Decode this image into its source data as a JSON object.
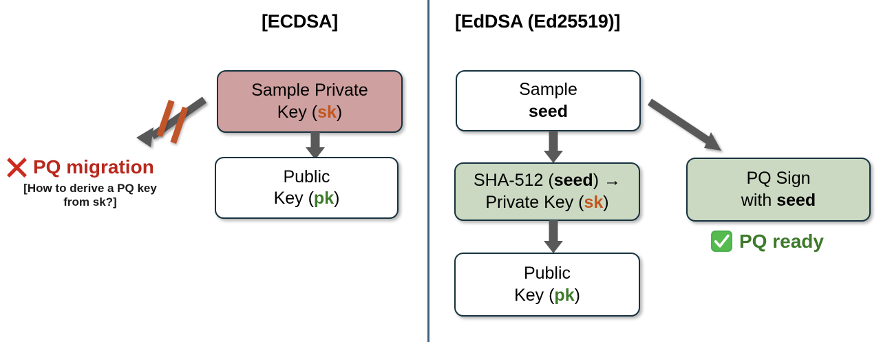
{
  "colors": {
    "divider": "#40617d",
    "box_border": "#16323f",
    "pink_fill": "#cfa0a0",
    "green_fill": "#ccd9c2",
    "arrow_gray": "#595959",
    "slash_orange": "#c0552a",
    "sk_orange": "#c1561f",
    "pk_green": "#3d7a2a",
    "migration_red": "#b8281c",
    "ready_green": "#3d7a2a",
    "check_badge_green": "#4caf50"
  },
  "left_panel": {
    "title": "[ECDSA]",
    "boxes": {
      "sample_private_key": {
        "line1": "Sample Private",
        "line2_prefix": "Key (",
        "line2_key": "sk",
        "line2_suffix": ")"
      },
      "public_key": {
        "line1": "Public",
        "line2_prefix": "Key (",
        "line2_key": "pk",
        "line2_suffix": ")"
      }
    },
    "annotation": {
      "icon": "cross-mark-icon",
      "label": "PQ migration",
      "note_line1": "[How to derive a PQ key",
      "note_line2": "from sk?]"
    },
    "blocked_arrow": {
      "icon": "blocked-arrow-icon",
      "marker": "double-slash"
    }
  },
  "right_panel": {
    "title": "[EdDSA (Ed25519)]",
    "boxes": {
      "sample_seed": {
        "line1": "Sample",
        "line2": "seed"
      },
      "sha512_derive": {
        "line1_prefix": "SHA-512 (",
        "line1_key": "seed",
        "line1_suffix": ") →",
        "line2_prefix": "Private Key (",
        "line2_key": "sk",
        "line2_suffix": ")"
      },
      "public_key": {
        "line1": "Public",
        "line2_prefix": "Key (",
        "line2_key": "pk",
        "line2_suffix": ")"
      },
      "pq_sign": {
        "line1": "PQ Sign",
        "line2_prefix": "with ",
        "line2_key": "seed"
      }
    },
    "annotation": {
      "icon": "check-mark-icon",
      "label": "PQ ready"
    }
  }
}
